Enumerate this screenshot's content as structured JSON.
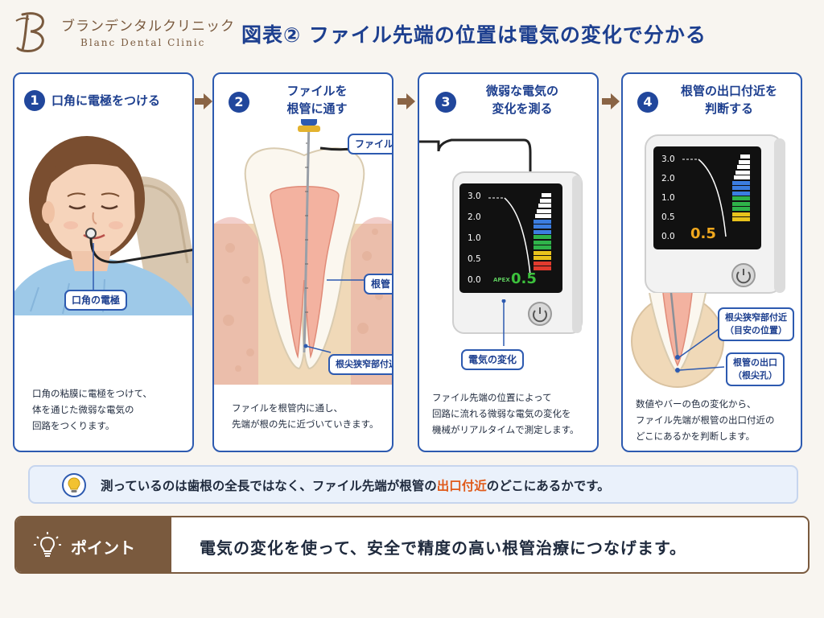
{
  "header": {
    "logo_jp": "ブランデンタルクリニック",
    "logo_en": "Blanc Dental Clinic",
    "title": "図表②  ファイル先端の位置は電気の変化で分かる"
  },
  "steps": [
    {
      "number": "1",
      "title_lines": [
        "口角に電極をつける"
      ],
      "callouts": [
        {
          "lines": [
            "口角の電極"
          ]
        }
      ],
      "description_lines": [
        "口角の粘膜に電極をつけて、",
        "体を通じた微弱な電気の",
        "回路をつくります。"
      ]
    },
    {
      "number": "2",
      "title_lines": [
        "ファイルを",
        "根管に通す"
      ],
      "callouts": [
        {
          "lines": [
            "ファイル"
          ]
        },
        {
          "lines": [
            "根管"
          ]
        },
        {
          "lines": [
            "根尖狭窄部付近"
          ]
        }
      ],
      "description_lines": [
        "ファイルを根管内に通し、",
        "先端が根の先に近づいていきます。"
      ]
    },
    {
      "number": "3",
      "title_lines": [
        "微弱な電気の",
        "変化を測る"
      ],
      "callouts": [
        {
          "lines": [
            "電気の変化"
          ]
        }
      ],
      "description_lines": [
        "ファイル先端の位置によって",
        "回路に流れる微弱な電気の変化を",
        "機械がリアルタイムで測定します。"
      ],
      "device": {
        "ticks": [
          "3.0",
          "2.0",
          "1.0",
          "0.5",
          "0.0"
        ],
        "apex_label": "APEX",
        "reading": "0.5",
        "reading_color": "#3cc13c",
        "power_icon": "power-icon"
      }
    },
    {
      "number": "4",
      "title_lines": [
        "根管の出口付近を",
        "判断する"
      ],
      "callouts": [
        {
          "lines": [
            "根尖狭窄部付近",
            "（目安の位置）"
          ]
        },
        {
          "lines": [
            "根管の出口",
            "（根尖孔）"
          ]
        }
      ],
      "description_lines": [
        "数値やバーの色の変化から、",
        "ファイル先端が根管の出口付近の",
        "どこにあるかを判断します。"
      ],
      "device": {
        "ticks": [
          "3.0",
          "2.0",
          "1.0",
          "0.5",
          "0.0"
        ],
        "reading": "0.5",
        "reading_color": "#f0a81e",
        "power_icon": "power-icon"
      }
    }
  ],
  "info": {
    "icon": "lightbulb-icon",
    "text_before": "測っているのは歯根の全長ではなく、ファイル先端が根管の",
    "highlight": "出口付近",
    "text_after": "のどこにあるかです。",
    "highlight_color": "#e05a1a"
  },
  "point": {
    "icon": "lightbulb-icon",
    "label": "ポイント",
    "text": "電気の変化を使って、安全で精度の高い根管治療につなげます。"
  },
  "colors": {
    "accent_blue": "#21479c",
    "brand_brown": "#7a5a3e",
    "bar_colors": [
      "#ffffff",
      "#3b7de0",
      "#2fb34a",
      "#e8c21c",
      "#e23b2e"
    ]
  }
}
